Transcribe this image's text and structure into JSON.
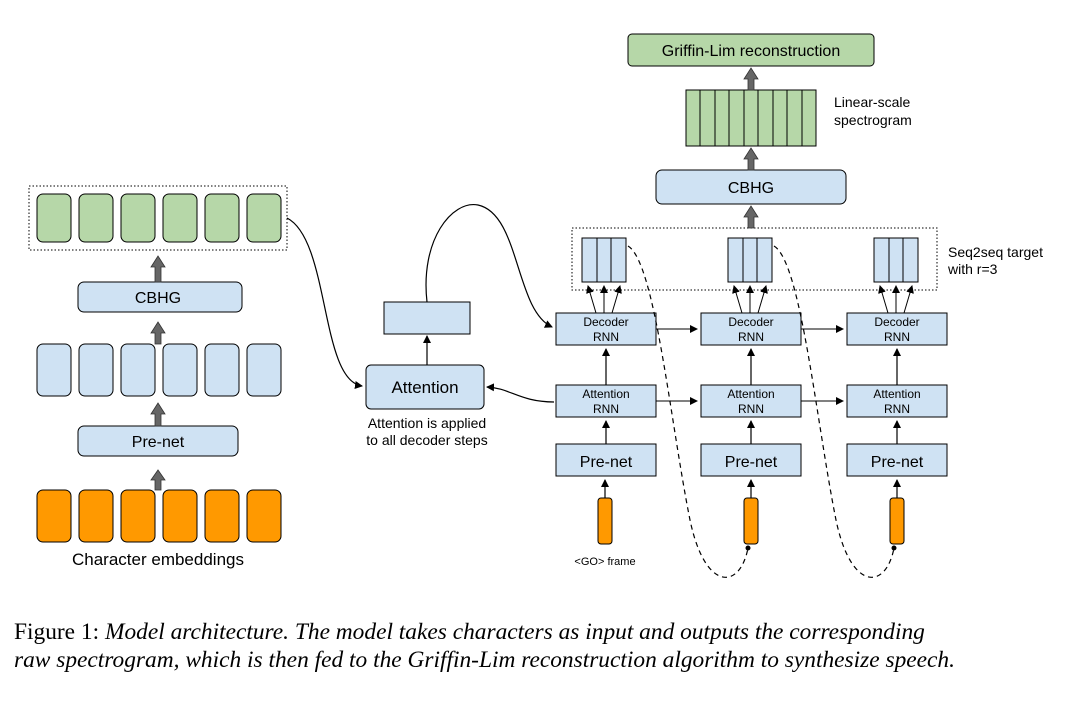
{
  "encoder": {
    "input_label": "Character embeddings",
    "prenet_label": "Pre-net",
    "cbhg_label": "CBHG"
  },
  "attention": {
    "label": "Attention",
    "note_line1": "Attention is applied",
    "note_line2": "to all decoder steps"
  },
  "decoder": {
    "decoder_rnn_line1": "Decoder",
    "decoder_rnn_line2": "RNN",
    "attention_rnn_line1": "Attention",
    "attention_rnn_line2": "RNN",
    "prenet_label": "Pre-net",
    "go_frame_label": "<GO> frame",
    "seq2seq_line1": "Seq2seq target",
    "seq2seq_line2": "with r=3"
  },
  "postnet": {
    "cbhg_label": "CBHG",
    "spectrogram_line1": "Linear-scale",
    "spectrogram_line2": "spectrogram",
    "griffin_lim_label": "Griffin-Lim reconstruction"
  },
  "caption": {
    "prefix": "Figure 1:",
    "line1": "Model architecture. The model takes characters as input and outputs the corresponding",
    "line2": "raw spectrogram, which is then fed to the Griffin-Lim reconstruction algorithm to synthesize speech."
  },
  "colors": {
    "blue_fill": "#cfe2f3",
    "green_fill": "#b6d7a8",
    "orange_fill": "#ff9900",
    "stroke": "#000000",
    "fat_arrow": "#666666"
  }
}
